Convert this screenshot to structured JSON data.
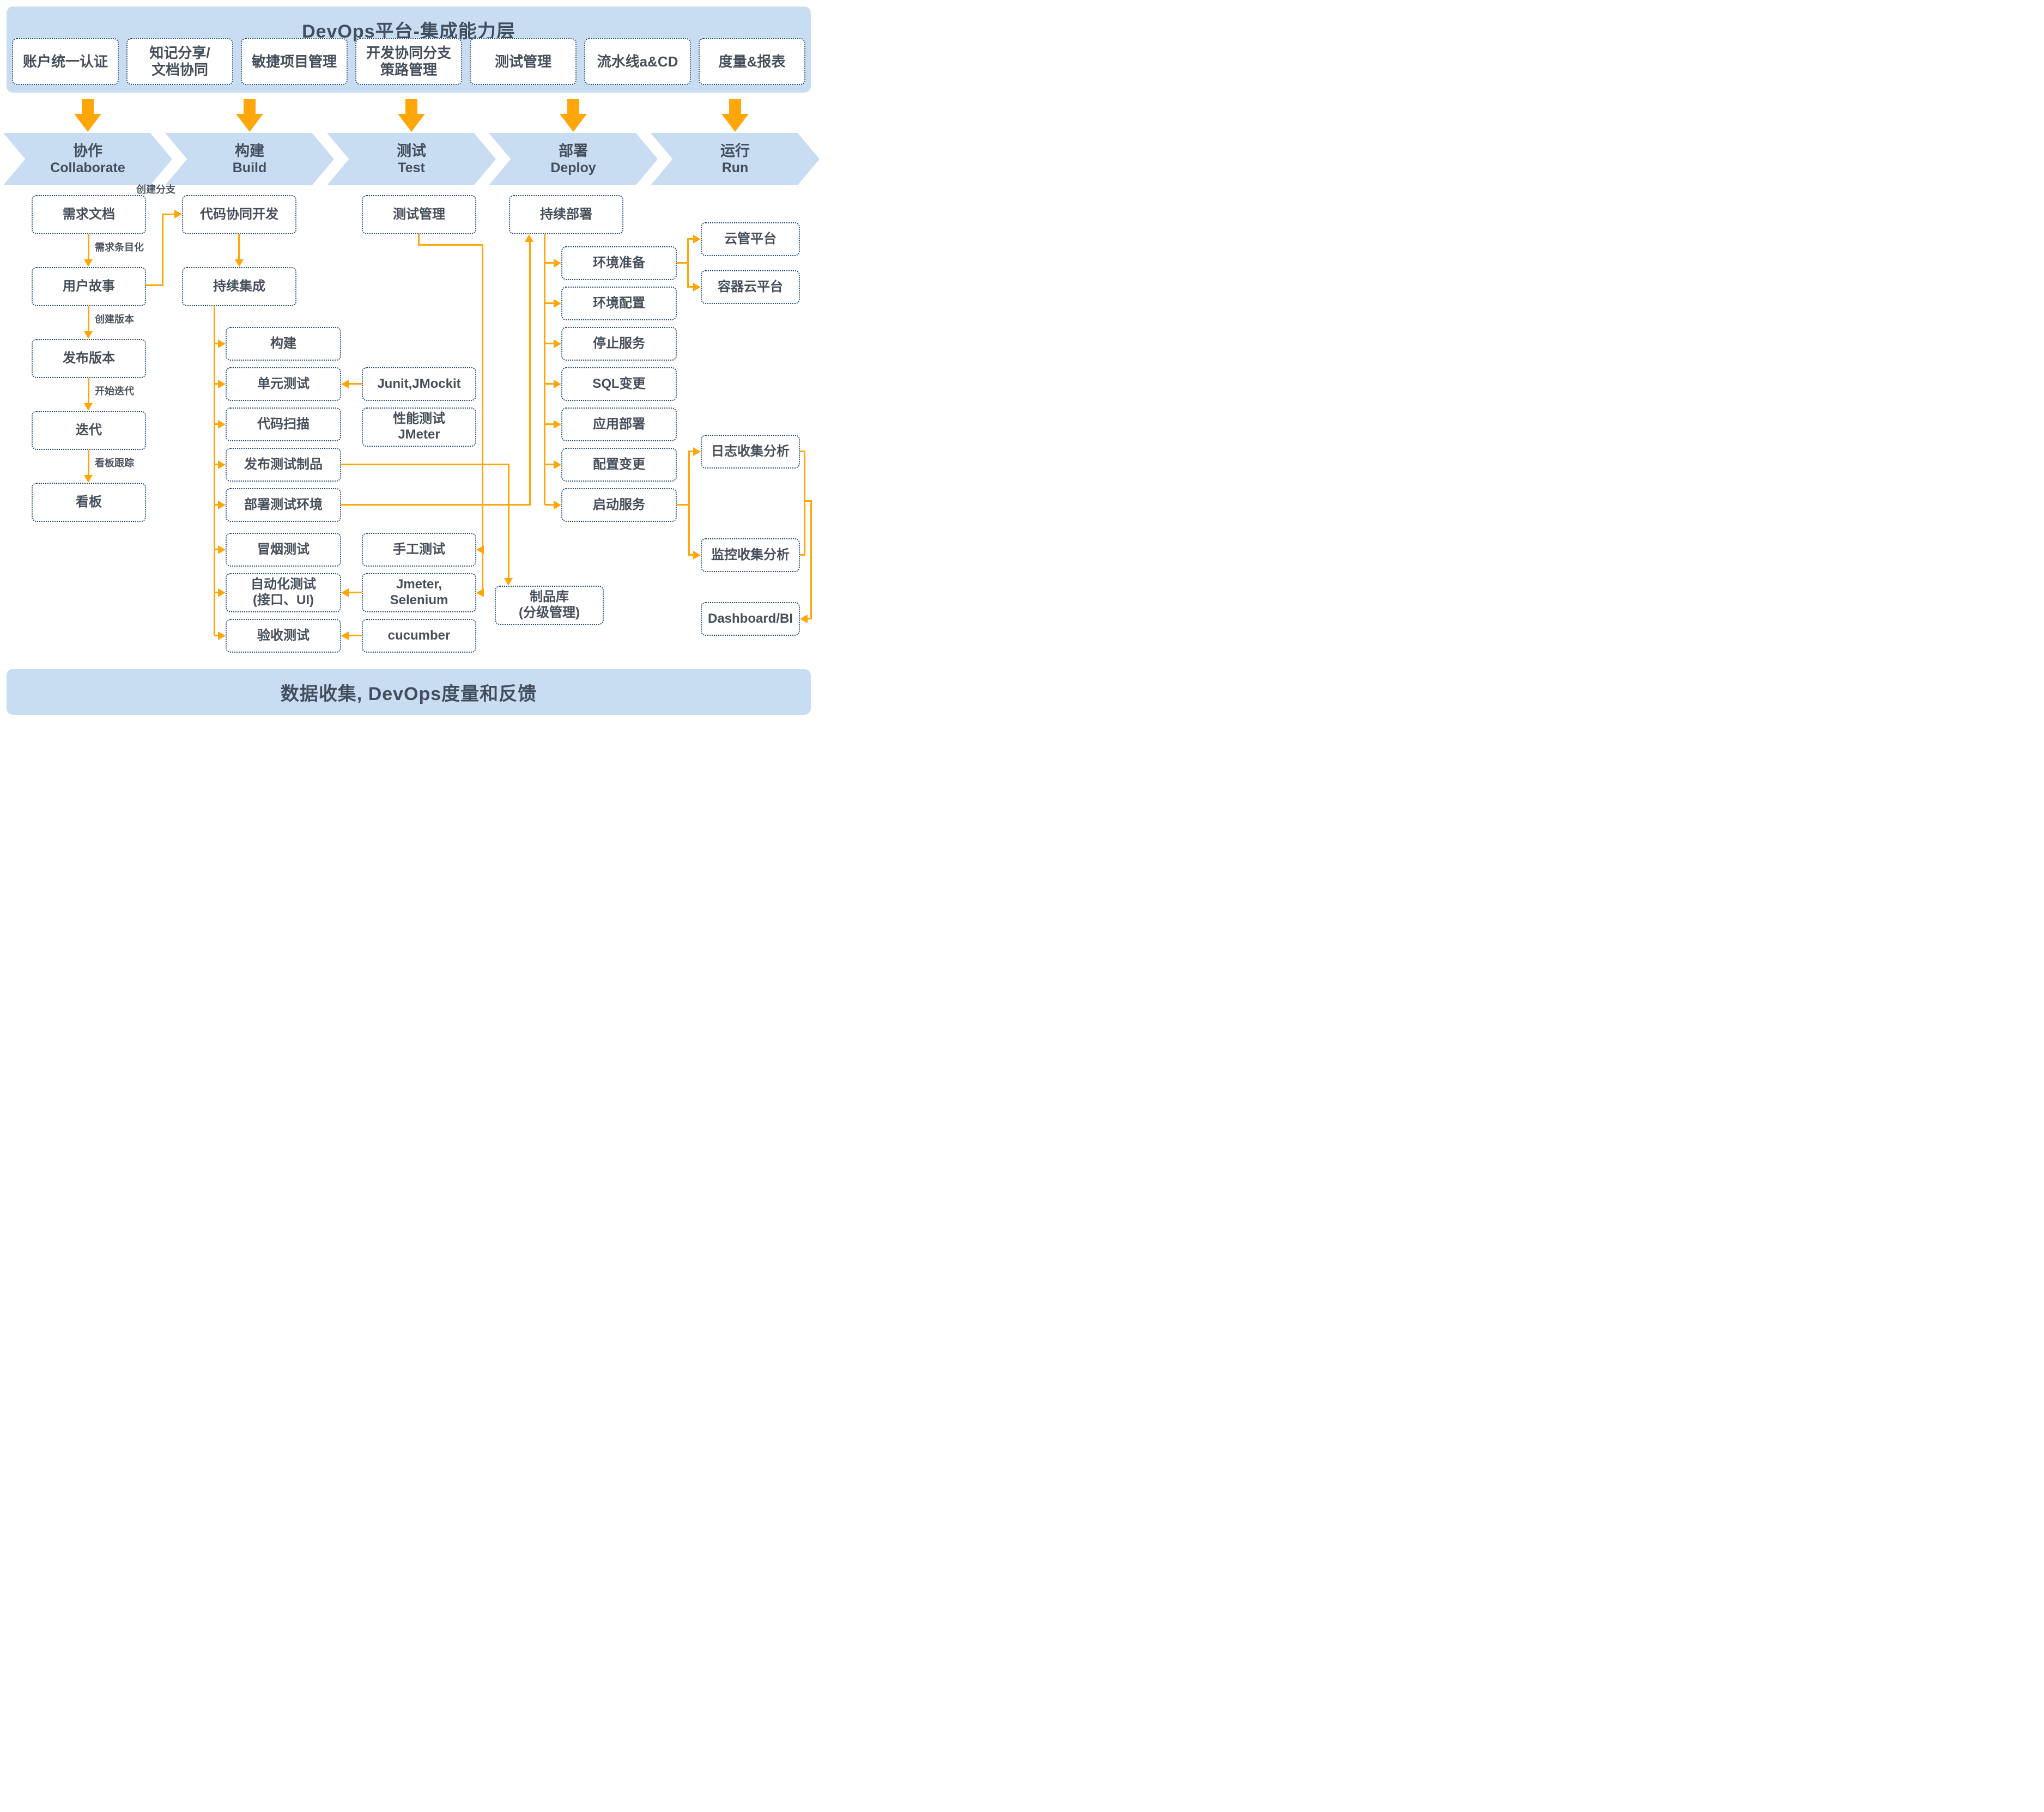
{
  "title": "DevOps平台-集成能力层",
  "footer": "数据收集, DevOps度量和反馈",
  "capabilities": [
    [
      "账户统一认证"
    ],
    [
      "知记分享/",
      "文档协同"
    ],
    [
      "敏捷项目管理"
    ],
    [
      "开发协同分支",
      "策路管理"
    ],
    [
      "测试管理"
    ],
    [
      "流水线a&CD"
    ],
    [
      "度量&报表"
    ]
  ],
  "stages": [
    {
      "zh": "协作",
      "en": "Collaborate"
    },
    {
      "zh": "构建",
      "en": "Build"
    },
    {
      "zh": "测试",
      "en": "Test"
    },
    {
      "zh": "部署",
      "en": "Deploy"
    },
    {
      "zh": "运行",
      "en": "Run"
    }
  ],
  "nodes": {
    "req_doc": [
      "需求文档"
    ],
    "user_story": [
      "用户故事"
    ],
    "release_ver": [
      "发布版本"
    ],
    "iteration": [
      "迭代"
    ],
    "kanban": [
      "看板"
    ],
    "code_dev": [
      "代码协同开发"
    ],
    "ci": [
      "持续集成"
    ],
    "build": [
      "构建"
    ],
    "unit_test": [
      "单元测试"
    ],
    "code_scan": [
      "代码扫描"
    ],
    "pub_artifact": [
      "发布测试制品"
    ],
    "deploy_test_env": [
      "部署测试环境"
    ],
    "smoke": [
      "冒烟测试"
    ],
    "auto_test": [
      "自动化测试",
      "(接口、UI)"
    ],
    "accept_test": [
      "验收测试"
    ],
    "test_mgmt": [
      "测试管理"
    ],
    "junit": [
      "Junit,JMockit"
    ],
    "perf": [
      "性能测试",
      "JMeter"
    ],
    "manual_test": [
      "手工测试"
    ],
    "jmeter_selenium": [
      "Jmeter,",
      "Selenium"
    ],
    "cucumber": [
      "cucumber"
    ],
    "cd": [
      "持续部署"
    ],
    "env_prep": [
      "环境准备"
    ],
    "env_cfg": [
      "环境配置"
    ],
    "stop_svc": [
      "停止服务"
    ],
    "sql_change": [
      "SQL变更"
    ],
    "app_deploy": [
      "应用部署"
    ],
    "cfg_change": [
      "配置变更"
    ],
    "start_svc": [
      "启动服务"
    ],
    "repo": [
      "制品库",
      "(分级管理)"
    ],
    "cloud_mgmt": [
      "云管平台"
    ],
    "container_cloud": [
      "容器云平台"
    ],
    "log_analysis": [
      "日志收集分析"
    ],
    "monitor_analysis": [
      "监控收集分析"
    ],
    "dashboard": [
      "Dashboard/BI"
    ]
  },
  "edge_labels": {
    "branch": "创建分支",
    "itemize": "需求条目化",
    "version": "创建版本",
    "iterate": "开始迭代",
    "track": "看板跟踪"
  },
  "colors": {
    "panel_blue": "#c8dcf2",
    "line_orange": "#FFA60A",
    "border_navy": "#1d4e7a",
    "text_dark": "#454f5b"
  }
}
